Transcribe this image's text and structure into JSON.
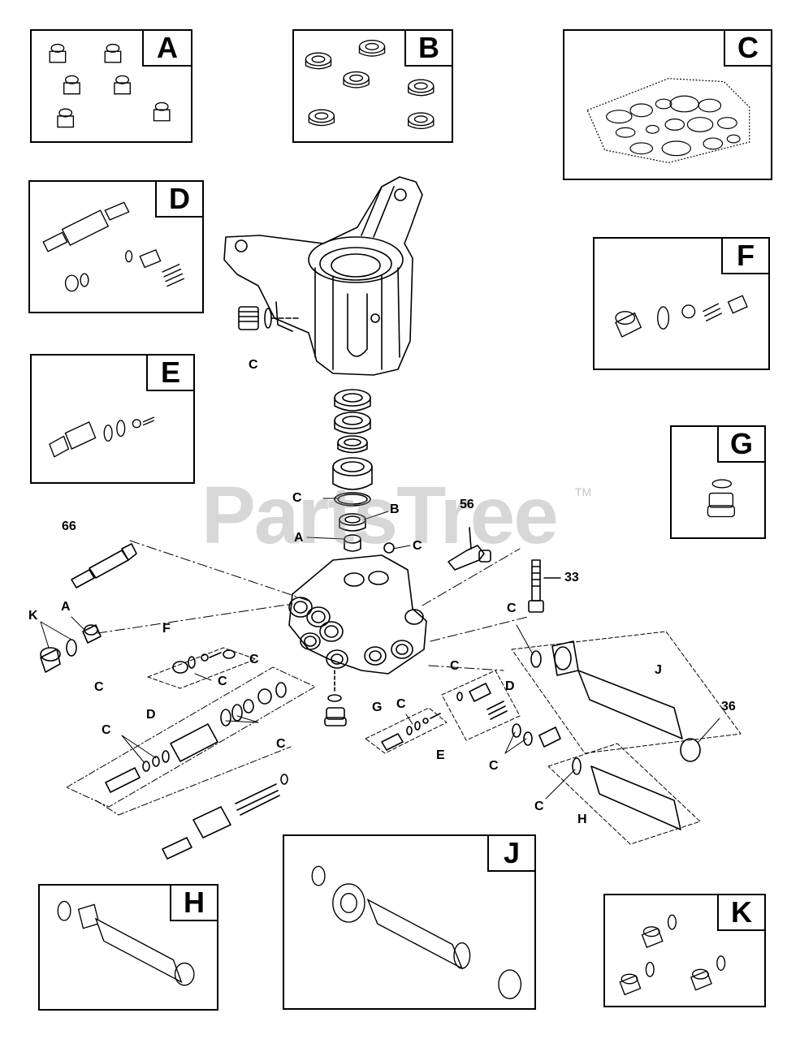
{
  "kits": {
    "A": "A",
    "B": "B",
    "C": "C",
    "D": "D",
    "E": "E",
    "F": "F",
    "G": "G",
    "H": "H",
    "J": "J",
    "K": "K"
  },
  "callouts": {
    "c_top": "C",
    "c_upper": "C",
    "b_seal": "B",
    "a_valve": "A",
    "c_valve": "C",
    "n56": "56",
    "n66": "66",
    "n33": "33",
    "k_left": "K",
    "a_left": "A",
    "c_left": "C",
    "f_group": "F",
    "c_fgroup": "C",
    "c_right1": "C",
    "d_group": "D",
    "c_dgroup1": "C",
    "c_dgroup2": "C",
    "g_plug": "G",
    "c_egroup": "C",
    "e_group": "E",
    "c_mid": "C",
    "d_mid": "D",
    "c_mid2": "C",
    "c_jgroup": "C",
    "j_group": "J",
    "n36": "36",
    "c_hgroup": "C",
    "h_group": "H"
  },
  "watermark": {
    "text": "PartsTree",
    "tm": "TM"
  },
  "icons": [
    "pump-manifold-drawing",
    "valve-icon",
    "seal-icon",
    "o-ring-icon",
    "spring-icon",
    "plug-icon",
    "unloader-icon",
    "injector-icon",
    "bolt-icon"
  ]
}
